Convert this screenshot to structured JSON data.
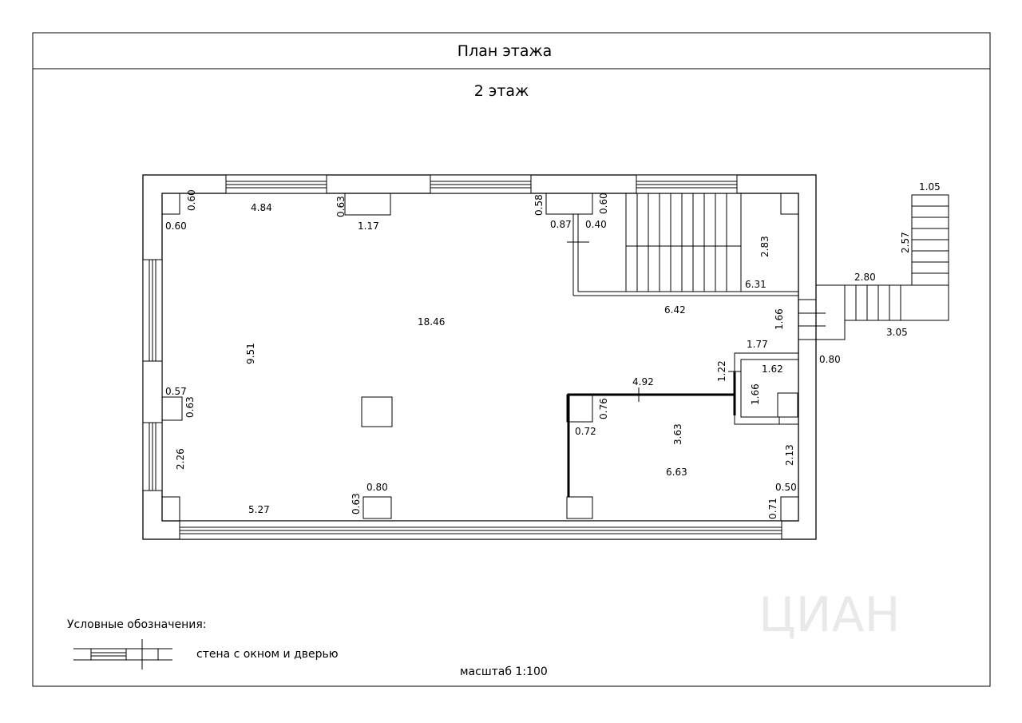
{
  "title": "План этажа",
  "floor": "2 этаж",
  "legend": {
    "heading": "Условные обозначения:",
    "item": "стена с окном и дверью"
  },
  "scale": "масштаб 1:100",
  "dimensions": {
    "d_060_v": "0.60",
    "d_060_h": "0.60",
    "d_484": "4.84",
    "d_063_top": "0.63",
    "d_117": "1.17",
    "d_058": "0.58",
    "d_060_v2": "0.60",
    "d_087": "0.87",
    "d_040": "0.40",
    "d_283": "2.83",
    "d_631": "6.31",
    "d_642": "6.42",
    "d_166_a": "1.66",
    "d_1846": "18.46",
    "d_951": "9.51",
    "d_177": "1.77",
    "d_122": "1.22",
    "d_162": "1.62",
    "d_166_b": "1.66",
    "d_492": "4.92",
    "d_057": "0.57",
    "d_063_mid": "0.63",
    "d_076": "0.76",
    "d_072": "0.72",
    "d_363": "3.63",
    "d_213": "2.13",
    "d_663": "6.63",
    "d_226": "2.26",
    "d_080_col": "0.80",
    "d_063_bot": "0.63",
    "d_050": "0.50",
    "d_527": "5.27",
    "d_071": "0.71",
    "d_105": "1.05",
    "d_257": "2.57",
    "d_280": "2.80",
    "d_305": "3.05",
    "d_080_door": "0.80"
  }
}
